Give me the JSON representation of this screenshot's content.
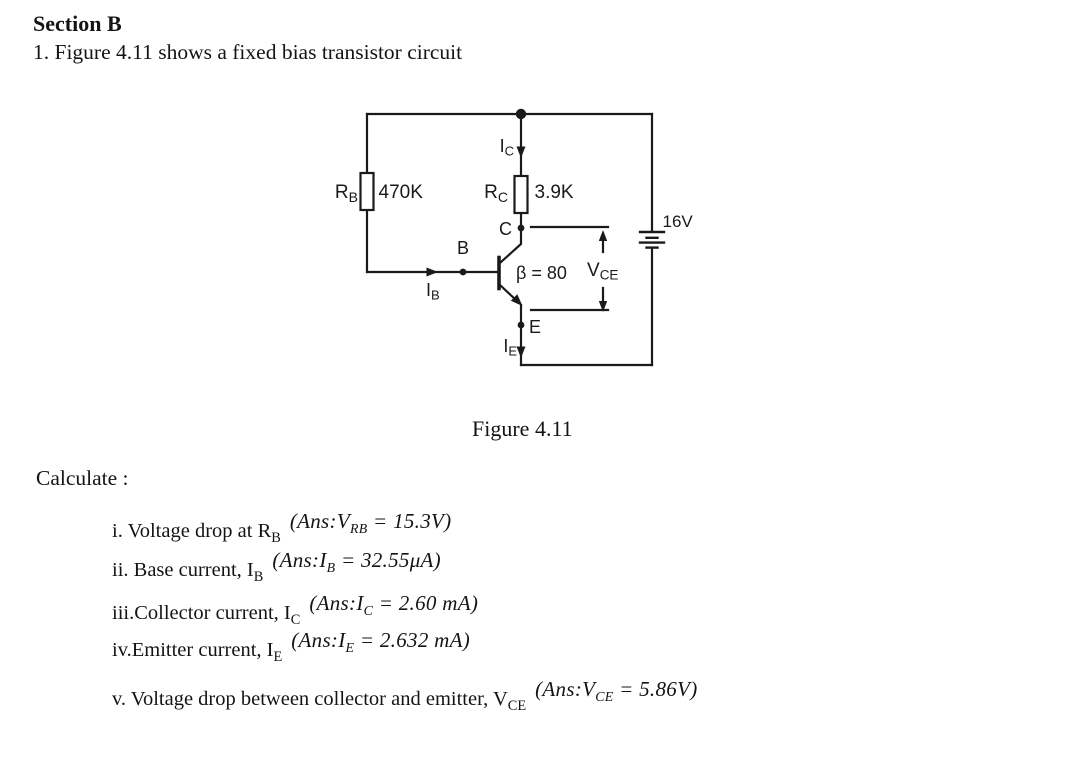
{
  "header": {
    "section_title": "Section B",
    "intro": "1. Figure 4.11 shows a fixed bias transistor circuit"
  },
  "figure": {
    "caption": "Figure 4.11"
  },
  "calculate_label": "Calculate :",
  "circuit": {
    "rb": {
      "sym": "R",
      "sub": "B",
      "value": "470K"
    },
    "rc": {
      "sym": "R",
      "sub": "C",
      "value": "3.9K"
    },
    "ic": {
      "sym": "I",
      "sub": "C"
    },
    "ib": {
      "sym": "I",
      "sub": "B"
    },
    "ie": {
      "sym": "I",
      "sub": "E"
    },
    "vce": {
      "sym": "V",
      "sub": "CE"
    },
    "beta": "β = 80",
    "supply_voltage": "16V",
    "node_b": "B",
    "node_c": "C",
    "node_e": "E",
    "line_color": "#1a1a1a"
  },
  "questions": [
    {
      "lead": "i.  Voltage drop at R",
      "lead_sub": "B",
      "ans_open": "(Ans:V",
      "ans_sub": "RB",
      "ans_close": " = 15.3V)"
    },
    {
      "lead": "ii. Base current, I",
      "lead_sub": "B",
      "ans_open": "(Ans:I",
      "ans_sub": "B",
      "ans_close": " = 32.55μA)"
    },
    {
      "lead": "iii.Collector current, I",
      "lead_sub": "C",
      "ans_open": "(Ans:I",
      "ans_sub": "C",
      "ans_close": " = 2.60 mA)"
    },
    {
      "lead": "iv.Emitter current,  I",
      "lead_sub": "E",
      "ans_open": "(Ans:I",
      "ans_sub": "E",
      "ans_close": " = 2.632 mA)"
    },
    {
      "lead": "v. Voltage drop between collector and emitter,  V",
      "lead_sub": "CE",
      "ans_open": "(Ans:V",
      "ans_sub": "CE",
      "ans_close": " = 5.86V)"
    }
  ]
}
